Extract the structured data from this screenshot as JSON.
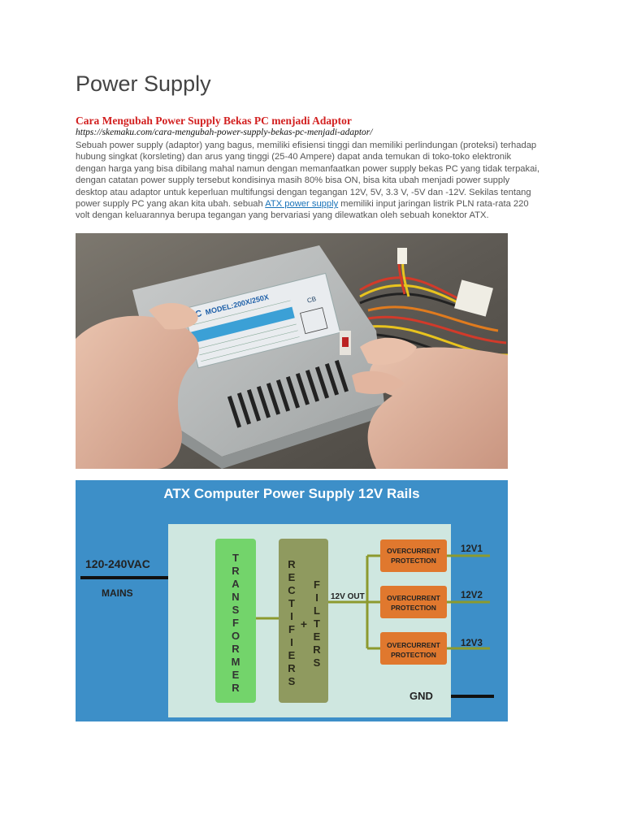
{
  "page": {
    "title": "Power Supply",
    "heading": "Cara Mengubah Power Supply Bekas PC menjadi Adaptor",
    "url": "https://skemaku.com/cara-mengubah-power-supply-bekas-pc-menjadi-adaptor/",
    "body_before_link": "Sebuah power supply (adaptor) yang bagus, memiliki efisiensi tinggi dan memiliki perlindungan (proteksi) terhadap hubung singkat (korsleting) dan arus yang tinggi (25-40 Ampere) dapat anda temukan di toko-toko elektronik dengan harga yang bisa dibilang mahal namun dengan memanfaatkan power supply bekas PC yang tidak terpakai, dengan catatan power supply tersebut kondisinya masih 80% bisa ON, bisa kita ubah menjadi power supply desktop atau adaptor untuk keperluan multifungsi dengan tegangan 12V, 5V, 3.3 V, -5V dan -12V. Sekilas tentang power supply PC yang akan kita ubah. sebuah ",
    "link_text": "ATX power supply",
    "body_after_link": " memiliki input jaringan listrik PLN rata-rata 220 volt dengan keluarannya berupa tegangan yang bervariasi yang dilewatkan oleh sebuah konektor ATX."
  },
  "photo": {
    "label_brand": "EC",
    "label_model": "MODEL:200X/250X",
    "label_cert": "CB"
  },
  "diagram": {
    "title": "ATX Computer Power Supply 12V Rails",
    "input_label": "120-240VAC",
    "mains_label": "MAINS",
    "transformer": [
      "T",
      "R",
      "A",
      "N",
      "S",
      "F",
      "O",
      "R",
      "M",
      "E",
      "R"
    ],
    "rectifiers": [
      "R",
      "E",
      "C",
      "T",
      "I",
      "F",
      "I",
      "E",
      "R",
      "S"
    ],
    "plus": "+",
    "filters": [
      "F",
      "I",
      "L",
      "T",
      "E",
      "R",
      "S"
    ],
    "out_label": "12V OUT",
    "protection_line1": "OVERCURRENT",
    "protection_line2": "PROTECTION",
    "rails": [
      "12V1",
      "12V2",
      "12V3"
    ],
    "gnd": "GND",
    "colors": {
      "background": "#3d8fc8",
      "panel": "#cfe7e0",
      "transformer": "#73d46b",
      "rectifier": "#8f9a5f",
      "protection": "#e0782e",
      "wire": "#8c9a2e"
    }
  }
}
